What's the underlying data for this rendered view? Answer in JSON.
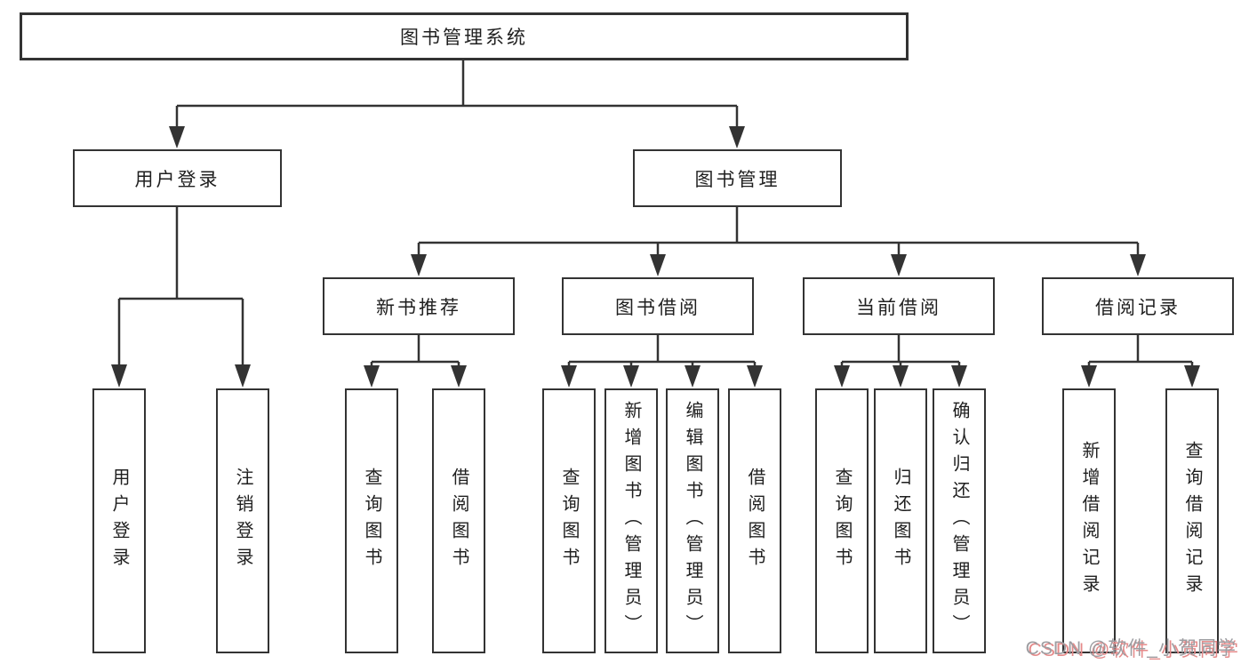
{
  "diagram": {
    "root": {
      "label": "图书管理系统"
    },
    "branches": [
      {
        "label": "用户登录",
        "children": [
          {
            "label": "用户登录"
          },
          {
            "label": "注销登录"
          }
        ]
      },
      {
        "label": "图书管理",
        "children": [
          {
            "label": "新书推荐",
            "children": [
              {
                "label": "查询图书"
              },
              {
                "label": "借阅图书"
              }
            ]
          },
          {
            "label": "图书借阅",
            "children": [
              {
                "label": "查询图书"
              },
              {
                "label": "新增图书（管理员）"
              },
              {
                "label": "编辑图书（管理员）"
              },
              {
                "label": "借阅图书"
              }
            ]
          },
          {
            "label": "当前借阅",
            "children": [
              {
                "label": "查询图书"
              },
              {
                "label": "归还图书"
              },
              {
                "label": "确认归还（管理员）"
              }
            ]
          },
          {
            "label": "借阅记录",
            "children": [
              {
                "label": "新增借阅记录"
              },
              {
                "label": "查询借阅记录"
              }
            ]
          }
        ]
      }
    ]
  },
  "watermark": {
    "text": "CSDN @软件_小贺同学"
  },
  "colors": {
    "line": "#333333",
    "text": "#1f1f1f",
    "watermark_gray": "#9d9da1",
    "watermark_red": "#e58a8a"
  }
}
